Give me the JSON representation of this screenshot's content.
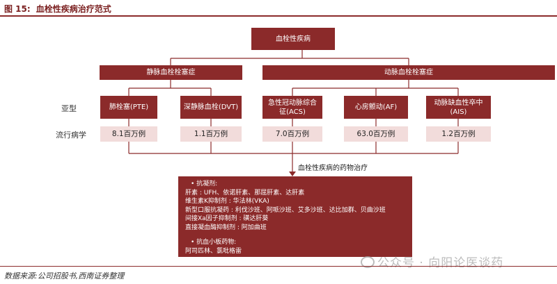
{
  "figure": {
    "number": "图 15:",
    "title": "血栓性疾病治疗范式"
  },
  "root": {
    "label": "血栓性疾病"
  },
  "categories": [
    {
      "label": "静脉血栓栓塞症"
    },
    {
      "label": "动脉血栓栓塞症"
    }
  ],
  "row_labels": {
    "subtype": "亚型",
    "prevalence": "流行病学"
  },
  "subtypes": [
    {
      "label": "肺栓塞(PTE)",
      "prevalence": "8.1百万例"
    },
    {
      "label": "深静脉血栓(DVT)",
      "prevalence": "1.1百万例"
    },
    {
      "label_line1": "急性冠动脉综合",
      "label_line2": "征(ACS)",
      "prevalence": "7.0百万例"
    },
    {
      "label": "心房颤动(AF)",
      "prevalence": "63.0百万例"
    },
    {
      "label_line1": "动脉缺血性卒中",
      "label_line2": "(AIS)",
      "prevalence": "1.2百万例"
    }
  ],
  "treatment": {
    "label": "血栓性疾病的药物治疗",
    "bullet_1": "•   抗凝剂:",
    "lines_1": [
      "肝素 : UFH、依诺肝素、那屈肝素、达肝素",
      "维生素K抑制剂 : 华法林(VKA)",
      "新型口服抗凝药 : 利伐沙班、阿哌沙班、艾多沙班、达比加群、贝曲沙班",
      "间接Xa因子抑制剂 : 磺达肝葵",
      "直接凝血酶抑制剂 : 阿加曲班"
    ],
    "bullet_2": "•   抗血小板药物:",
    "lines_2": [
      "阿司匹林、氯吡格雷"
    ]
  },
  "source": "数据来源:公司招股书,西南证券整理",
  "watermark": "公众号 · 向阳论医谈药",
  "colors": {
    "primary": "#8b2a2a",
    "light": "#f2dcdb",
    "title": "#7a1f1f"
  }
}
